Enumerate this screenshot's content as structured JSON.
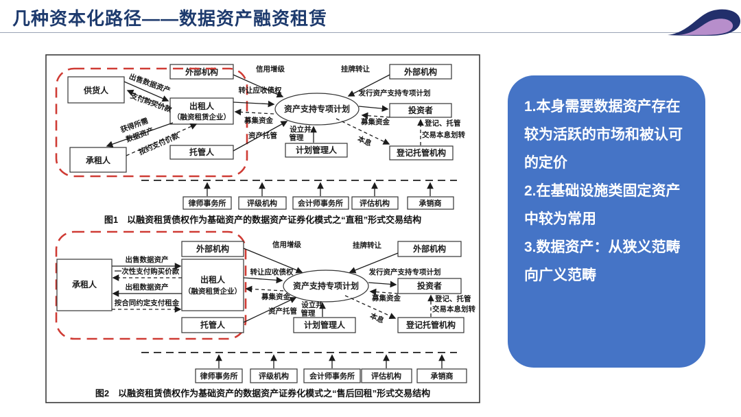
{
  "title": "几种资本化路径——数据资产融资租赁",
  "colors": {
    "accent_blue": "#4574C6",
    "red_dash": "#CF3B34",
    "title_navy": "#1D3A6D",
    "logo_navy": "#222F6B",
    "logo_purple": "#B78ECB"
  },
  "notes": {
    "items": [
      "1.本身需要数据资产存在较为活跃的市场和被认可的定价",
      "2.在基础设施类固定资产中较为常用",
      "3.数据资产：从狭义范畴向广义范畴"
    ]
  },
  "d1": {
    "caption": "图1　以融资租赁债权作为基础资产的数据资产证券化模式之“直租”形式交易结构",
    "ext1": "外部机构",
    "ext2": "外部机构",
    "supplier": "供货人",
    "lessor1": "出租人",
    "lessor2": "（融资租赁企业）",
    "spv": "资产支持专项计划",
    "investor": "投资者",
    "custodian": "托管人",
    "lessee": "承租人",
    "planmgr": "计划管理人",
    "registry": "登记托管机构",
    "law": "律师事务所",
    "rating": "评级机构",
    "accounting": "会计师事务所",
    "appraisal": "评估机构",
    "underwriter": "承销商",
    "e_sell": "出售数据资产",
    "e_pay": "支付购买价款",
    "e_obtain1": "获得所需",
    "e_obtain2": "数据资产",
    "e_paylease": "按约支付价款",
    "e_credit": "信用增级",
    "e_listing": "挂牌转让",
    "e_transfer": "转让应收债权",
    "e_raise_l": "募集资金",
    "e_custody": "资产托管",
    "e_issue": "发行资产支持专项计划",
    "e_raise_r": "募集资金",
    "e_setup1": "设立并",
    "e_setup2": "管理",
    "e_pi": "本息",
    "e_reg1": "登记、托管",
    "e_reg2": "交易本息划转"
  },
  "d2": {
    "caption": "图2　以融资租赁债权作为基础资产的数据资产证券化模式之“售后回租”形式交易结构",
    "ext1": "外部机构",
    "ext2": "外部机构",
    "lessee": "承租人",
    "lessor1": "出租人",
    "lessor2": "（融资租赁企业）",
    "spv": "资产支持专项计划",
    "investor": "投资者",
    "custodian": "托管人",
    "planmgr": "计划管理人",
    "registry": "登记托管机构",
    "law": "律师事务所",
    "rating": "评级机构",
    "accounting": "会计师事务所",
    "appraisal": "评估机构",
    "underwriter": "承销商",
    "e_sell": "出售数据资产",
    "e_paybuy": "一次性支付购买价款",
    "e_lease": "出租数据资产",
    "e_rent": "按合同约定支付租金",
    "e_credit": "信用增级",
    "e_listing": "挂牌转让",
    "e_transfer": "转让应收债权",
    "e_raise_l": "募集资金",
    "e_custody": "资产托管",
    "e_issue": "发行资产支持专项计划",
    "e_raise_r": "募集资金",
    "e_setup1": "设立并",
    "e_setup2": "管理",
    "e_pi": "本息",
    "e_reg1": "登记、托管",
    "e_reg2": "交易本息划转"
  }
}
